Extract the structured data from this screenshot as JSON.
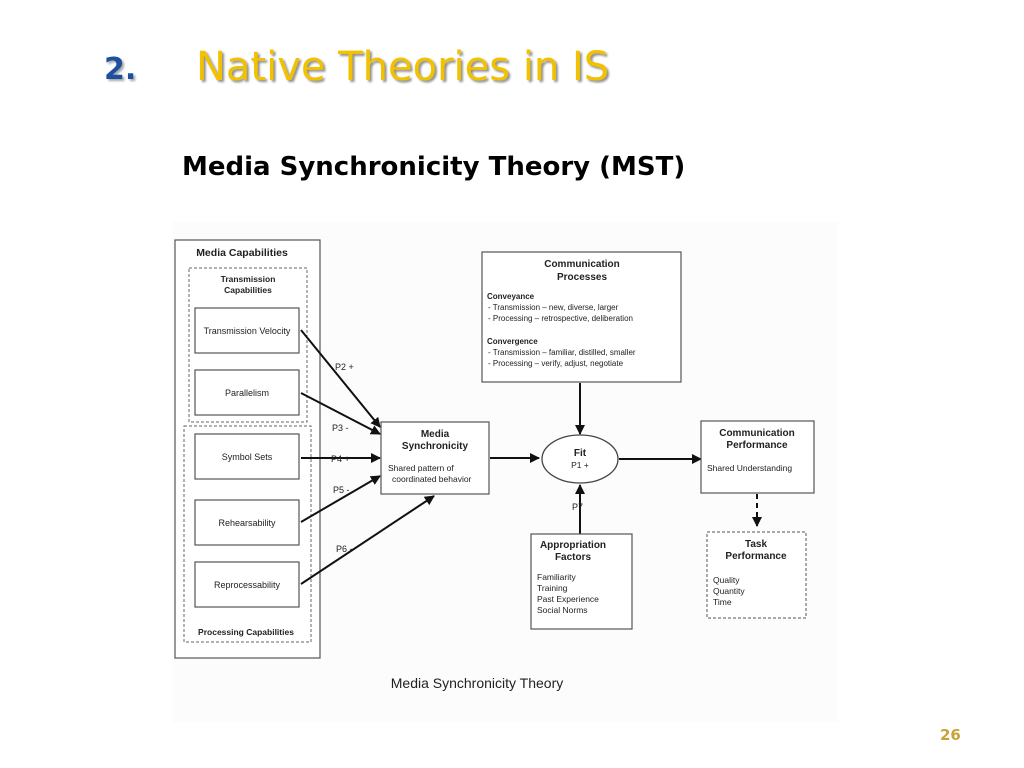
{
  "slide": {
    "number_prefix": "2.",
    "title": "Native Theories in IS",
    "subtitle": "Media Synchronicity Theory (MST)",
    "page_number": "26"
  },
  "diagram": {
    "caption": "Media Synchronicity Theory",
    "media_capabilities": {
      "title": "Media Capabilities",
      "transmission_title": [
        "Transmission",
        "Capabilities"
      ],
      "processing_title": "Processing Capabilities",
      "items": [
        "Transmission Velocity",
        "Parallelism",
        "Symbol Sets",
        "Rehearsability",
        "Reprocessability"
      ]
    },
    "propositions": [
      "P2 +",
      "P3 -",
      "P4 +",
      "P5 -",
      "P6 -",
      "P7"
    ],
    "media_synchronicity": {
      "title": [
        "Media",
        "Synchronicity"
      ],
      "desc": [
        "Shared pattern of",
        "coordinated behavior"
      ]
    },
    "communication_processes": {
      "title": [
        "Communication",
        "Processes"
      ],
      "conveyance_title": "Conveyance",
      "conveyance_items": [
        "- Transmission – new, diverse, larger",
        "- Processing – retrospective, deliberation"
      ],
      "convergence_title": "Convergence",
      "convergence_items": [
        "- Transmission – familiar, distilled, smaller",
        "- Processing – verify, adjust, negotiate"
      ]
    },
    "fit": {
      "title": "Fit",
      "sub": "P1 +"
    },
    "appropriation_factors": {
      "title": [
        "Appropriation",
        "Factors"
      ],
      "items": [
        "Familiarity",
        "Training",
        "Past Experience",
        "Social Norms"
      ]
    },
    "communication_performance": {
      "title": [
        "Communication",
        "Performance"
      ],
      "desc": "Shared Understanding"
    },
    "task_performance": {
      "title": [
        "Task",
        "Performance"
      ],
      "items": [
        "Quality",
        "Quantity",
        "Time"
      ]
    }
  }
}
